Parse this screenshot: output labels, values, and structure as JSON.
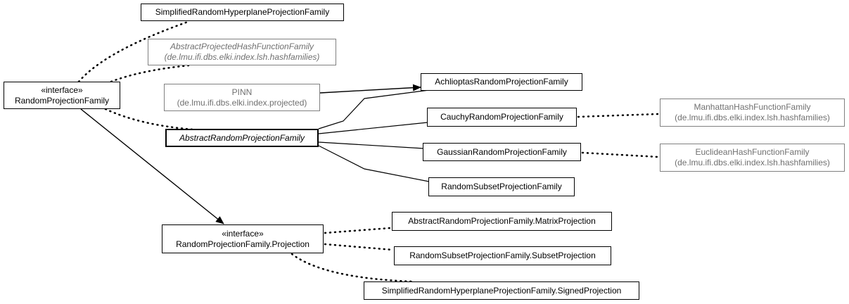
{
  "nodes": {
    "simplified_hyperplane": {
      "lines": [
        "SimplifiedRandomHyperplaneProjectionFamily"
      ]
    },
    "abstract_projected_hash": {
      "lines": [
        "AbstractProjectedHashFunctionFamily",
        "(de.lmu.ifi.dbs.elki.index.lsh.hashfamilies)"
      ]
    },
    "random_projection_family": {
      "lines": [
        "«interface»",
        "RandomProjectionFamily"
      ]
    },
    "pinn": {
      "lines": [
        "PINN",
        "(de.lmu.ifi.dbs.elki.index.projected)"
      ]
    },
    "achlioptas": {
      "lines": [
        "AchlioptasRandomProjectionFamily"
      ]
    },
    "abstract_random_projection": {
      "lines": [
        "AbstractRandomProjectionFamily"
      ]
    },
    "cauchy": {
      "lines": [
        "CauchyRandomProjectionFamily"
      ]
    },
    "manhattan_hash": {
      "lines": [
        "ManhattanHashFunctionFamily",
        "(de.lmu.ifi.dbs.elki.index.lsh.hashfamilies)"
      ]
    },
    "gaussian": {
      "lines": [
        "GaussianRandomProjectionFamily"
      ]
    },
    "euclidean_hash": {
      "lines": [
        "EuclideanHashFunctionFamily",
        "(de.lmu.ifi.dbs.elki.index.lsh.hashfamilies)"
      ]
    },
    "random_subset": {
      "lines": [
        "RandomSubsetProjectionFamily"
      ]
    },
    "projection_interface": {
      "lines": [
        "«interface»",
        "RandomProjectionFamily.Projection"
      ]
    },
    "matrix_projection": {
      "lines": [
        "AbstractRandomProjectionFamily.MatrixProjection"
      ]
    },
    "subset_projection": {
      "lines": [
        "RandomSubsetProjectionFamily.SubsetProjection"
      ]
    },
    "signed_projection": {
      "lines": [
        "SimplifiedRandomHyperplaneProjectionFamily.SignedProjection"
      ]
    }
  },
  "edges": [
    {
      "from": "random_projection_family",
      "to": "simplified_hyperplane",
      "style": "dotted"
    },
    {
      "from": "random_projection_family",
      "to": "abstract_projected_hash",
      "style": "dotted"
    },
    {
      "from": "random_projection_family",
      "to": "abstract_random_projection",
      "style": "dotted"
    },
    {
      "from": "random_projection_family",
      "to": "projection_interface",
      "style": "solid-arrow"
    },
    {
      "from": "pinn",
      "to": "achlioptas",
      "style": "solid-arrow"
    },
    {
      "from": "abstract_random_projection",
      "to": "achlioptas",
      "style": "solid"
    },
    {
      "from": "abstract_random_projection",
      "to": "cauchy",
      "style": "solid"
    },
    {
      "from": "abstract_random_projection",
      "to": "gaussian",
      "style": "solid"
    },
    {
      "from": "abstract_random_projection",
      "to": "random_subset",
      "style": "solid"
    },
    {
      "from": "cauchy",
      "to": "manhattan_hash",
      "style": "dotted"
    },
    {
      "from": "gaussian",
      "to": "euclidean_hash",
      "style": "dotted"
    },
    {
      "from": "projection_interface",
      "to": "matrix_projection",
      "style": "dotted"
    },
    {
      "from": "projection_interface",
      "to": "subset_projection",
      "style": "dotted"
    },
    {
      "from": "projection_interface",
      "to": "signed_projection",
      "style": "dotted"
    }
  ]
}
